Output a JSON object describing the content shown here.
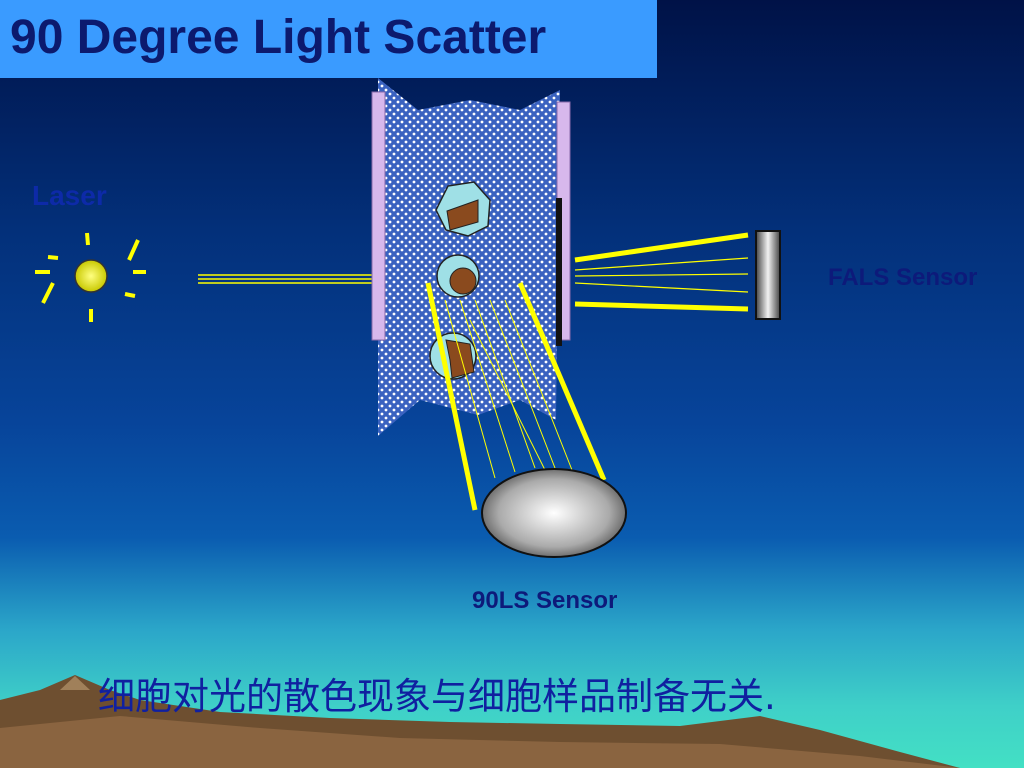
{
  "title": "90 Degree Light Scatter",
  "labels": {
    "laser": "Laser",
    "fals_sensor": "FALS Sensor",
    "ls90_sensor": "90LS Sensor"
  },
  "note": "细胞对光的散色现象与细胞样品制备无关.",
  "colors": {
    "title_bg": "#3a9bff",
    "title_text": "#0c1a6e",
    "beam": "#ffff00",
    "flow_cell_wall": "#d7b8ec",
    "cell_fill": "#9fe0e6",
    "nucleus": "#8a4a1e",
    "mountain": "#7a5a3a"
  }
}
